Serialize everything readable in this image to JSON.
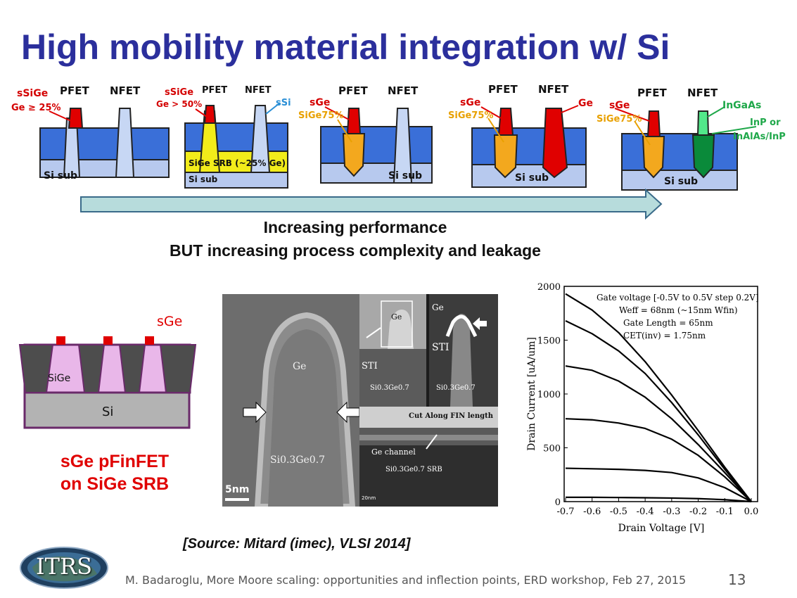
{
  "slide": {
    "title": "High mobility material integration w/ Si",
    "page_number": "13",
    "footer": "M. Badaroglu, More Moore scaling: opportunities and inflection points, ERD workshop, Feb 27, 2015",
    "source": "[Source: Mitard (imec), VLSI 2014]",
    "logo_text": "ITRS"
  },
  "progression": {
    "line1": "Increasing performance",
    "line2": "BUT increasing process complexity and leakage"
  },
  "diagrams": {
    "d1": {
      "pfet": "PFET",
      "nfet": "NFET",
      "mat": "sSiGe",
      "mat2": "Ge ≥ 25%",
      "sub": "Si sub"
    },
    "d2": {
      "pfet": "PFET",
      "nfet": "NFET",
      "mat": "sSiGe",
      "mat2": "Ge > 50%",
      "nmat": "sSi",
      "srb": "SiGe SRB (~25% Ge)",
      "sub": "Si sub"
    },
    "d3": {
      "pfet": "PFET",
      "nfet": "NFET",
      "mat": "sGe",
      "mat2": "SiGe75%",
      "sub": "Si sub"
    },
    "d4": {
      "pfet": "PFET",
      "nfet": "NFET",
      "mat": "sGe",
      "mat2": "SiGe75%",
      "nmat": "Ge",
      "sub": "Si sub"
    },
    "d5": {
      "pfet": "PFET",
      "nfet": "NFET",
      "mat": "sGe",
      "mat2": "SiGe75%",
      "nmat": "InGaAs",
      "nmat2": "InP or",
      "nmat3": "InAlAs/InP",
      "sub": "Si sub"
    }
  },
  "finfet": {
    "sge": "sGe",
    "sige": "SiGe",
    "si": "Si",
    "caption1": "sGe pFinFET",
    "caption2": "on SiGe SRB"
  },
  "tem": {
    "ge": "Ge",
    "sige": "Si0.3Ge0.7",
    "scale": "5nm",
    "inset1_ge": "Ge",
    "inset1_sti": "STI",
    "inset1_sige": "Si0.3Ge0.7",
    "inset2_ge": "Ge",
    "inset2_sti": "STI",
    "inset2_sige": "Si0.3Ge0.7",
    "inset3_title": "Cut Along FIN length",
    "inset3_channel": "Ge channel",
    "inset3_srb": "Si0.3Ge0.7 SRB",
    "inset3_scale": "20nm"
  },
  "chart_data": {
    "type": "line",
    "xlabel": "Drain Voltage [V]",
    "ylabel": "Drain Current [uA/um]",
    "xlim": [
      -0.7,
      0.0
    ],
    "ylim": [
      0,
      2000
    ],
    "xticks": [
      "-0.7",
      "-0.6",
      "-0.5",
      "-0.4",
      "-0.3",
      "-0.2",
      "-0.1",
      "0.0"
    ],
    "yticks": [
      "0",
      "500",
      "1000",
      "1500",
      "2000"
    ],
    "annotations": [
      "Gate voltage [-0.5V to 0.5V step 0.2V]",
      "Weff = 68nm (~15nm Wfin)",
      "Gate Length = 65nm",
      "CET(inv) = 1.75nm"
    ],
    "x": [
      -0.7,
      -0.6,
      -0.5,
      -0.4,
      -0.3,
      -0.2,
      -0.1,
      0.0
    ],
    "series": [
      {
        "values": [
          1930,
          1780,
          1570,
          1300,
          990,
          660,
          320,
          0
        ]
      },
      {
        "values": [
          1680,
          1560,
          1400,
          1190,
          920,
          620,
          300,
          0
        ]
      },
      {
        "values": [
          1260,
          1220,
          1120,
          970,
          770,
          530,
          270,
          0
        ]
      },
      {
        "values": [
          770,
          760,
          730,
          680,
          580,
          430,
          230,
          0
        ]
      },
      {
        "values": [
          310,
          305,
          300,
          290,
          270,
          220,
          130,
          0
        ]
      },
      {
        "values": [
          40,
          40,
          38,
          36,
          33,
          28,
          18,
          0
        ]
      }
    ]
  }
}
